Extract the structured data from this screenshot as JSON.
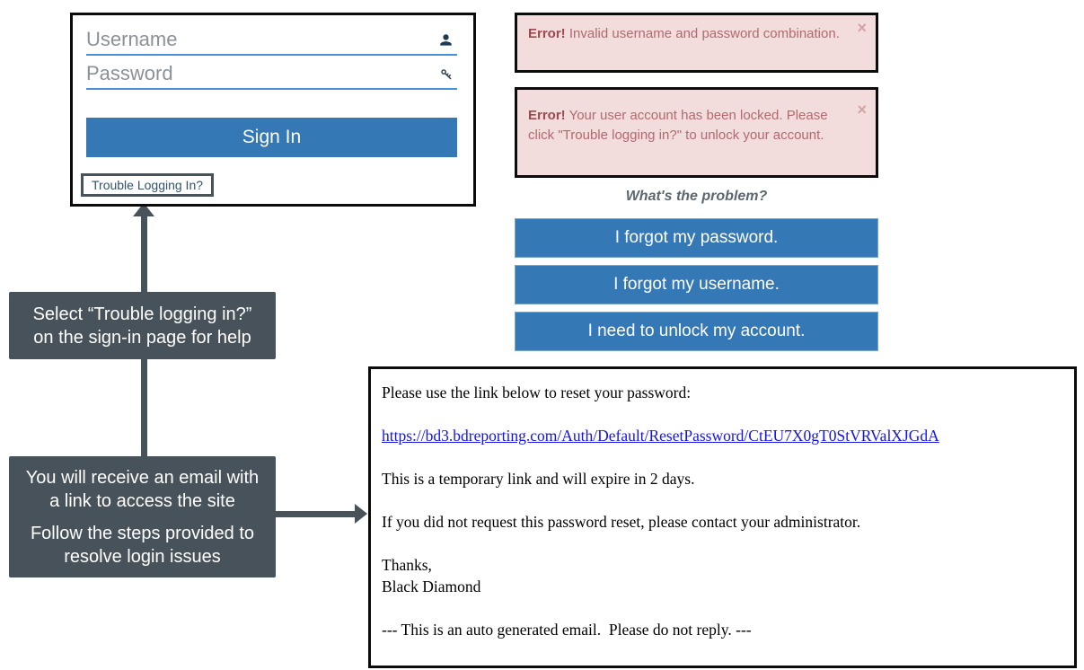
{
  "signin": {
    "username_placeholder": "Username",
    "password_placeholder": "Password",
    "signin_label": "Sign In",
    "trouble_link": "Trouble Logging In?"
  },
  "errors": [
    {
      "prefix": "Error!",
      "message": " Invalid username and password combination.",
      "close": "×"
    },
    {
      "prefix": "Error!",
      "message": " Your user account has been locked. Please click \"Trouble logging in?\" to unlock your account.",
      "close": "×"
    }
  ],
  "problem_panel": {
    "heading": "What's the problem?",
    "buttons": [
      "I forgot my password.",
      "I forgot my username.",
      "I need to unlock my account."
    ]
  },
  "email": {
    "line1": "Please use the link below to reset your password:",
    "link": "https://bd3.bdreporting.com/Auth/Default/ResetPassword/CtEU7X0gT0StVRValXJGdA",
    "line2": "This is a temporary link and will expire in 2 days.",
    "line3": "If you did not request this password reset, please contact your administrator.",
    "signoff": "Thanks,",
    "signature": "Black Diamond",
    "footer": "--- This is an auto generated email.  Please do not reply. ---"
  },
  "annotations": {
    "note1_line1": "Select “Trouble logging in?”",
    "note1_line2": "on the sign-in page for help",
    "note2_para1": "You will receive an email with a link to access the site",
    "note2_para2": "Follow the steps provided to resolve login issues"
  },
  "colors": {
    "primary_blue": "#3478b5",
    "underline_blue": "#4a90d9",
    "error_bg": "#f2dcdc",
    "error_text": "#b06a70",
    "callout_slate": "#47525a",
    "link_blue": "#1414e8"
  }
}
